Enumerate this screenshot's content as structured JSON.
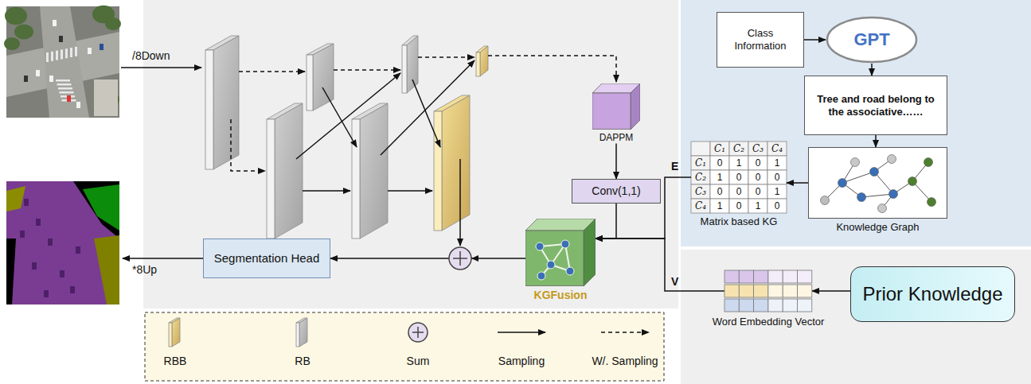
{
  "diagram": {
    "nodes": [
      {
        "text": [
          "DAPPM"
        ]
      },
      {
        "text": [
          "Conv(1,1)"
        ]
      },
      {
        "text": [
          "KGFusion"
        ]
      },
      {
        "text": [
          "Segmentation Head"
        ]
      },
      {
        "text": [
          "Class Information"
        ]
      },
      {
        "text": [
          "GPT"
        ]
      },
      {
        "text": [
          "Tree and road belong to the associative……"
        ]
      },
      {
        "text": [
          "Knowledge Graph"
        ]
      },
      {
        "text": [
          "Matrix based KG"
        ]
      },
      {
        "text": [
          "Word Embedding Vector"
        ]
      },
      {
        "text": [
          "Prior Knowledge"
        ]
      }
    ],
    "edges": [
      {
        "from": 0,
        "to": 1,
        "arrow": "to"
      },
      {
        "from": 1,
        "to": 2,
        "arrow": "to"
      },
      {
        "from": 2,
        "to": 3,
        "arrow": "to"
      },
      {
        "from": 4,
        "to": 5,
        "arrow": "to"
      },
      {
        "from": 5,
        "to": 6,
        "arrow": "to"
      },
      {
        "from": 6,
        "to": 7,
        "arrow": "to"
      },
      {
        "from": 7,
        "to": 8,
        "arrow": "to"
      },
      {
        "from": 8,
        "to": 2,
        "arrow": "to",
        "label": "E"
      },
      {
        "from": 9,
        "to": 2,
        "arrow": "to",
        "label": "V"
      },
      {
        "from": 10,
        "to": 9,
        "arrow": "to"
      }
    ],
    "labels": [
      "/8Down",
      "*8Up",
      "C₁",
      "C₂",
      "C₃",
      "C₄",
      "C₁",
      "0",
      "1",
      "0",
      "1",
      "C₂",
      "1",
      "0",
      "0",
      "0",
      "C₃",
      "0",
      "0",
      "0",
      "1",
      "C₄",
      "1",
      "0",
      "1",
      "0"
    ],
    "legend": [
      {
        "text": "RBB"
      },
      {
        "text": "RB"
      },
      {
        "text": "Sum"
      },
      {
        "text": "Sampling"
      },
      {
        "text": "W/. Sampling"
      }
    ]
  }
}
